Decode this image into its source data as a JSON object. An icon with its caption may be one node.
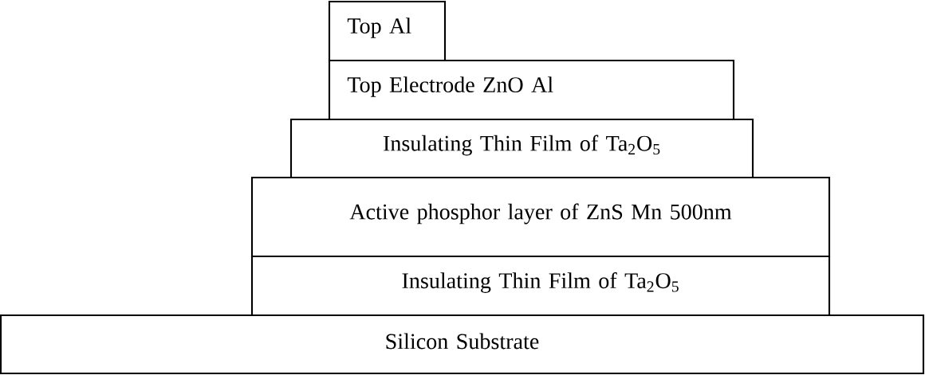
{
  "diagram": {
    "nodes": [
      {
        "text": [
          "Top Al"
        ]
      },
      {
        "text": [
          "Top Electrode ZnO Al"
        ]
      },
      {
        "text": [
          "Insulating Thin Film of Ta$_{2}$O$_{5}$"
        ]
      },
      {
        "text": [
          "Active phosphor layer of ZnS Mn 500nm"
        ]
      },
      {
        "text": [
          "Insulating Thin Film of Ta$_{2}$O$_{5}$"
        ]
      },
      {
        "text": [
          "Silicon Substrate"
        ]
      }
    ]
  }
}
